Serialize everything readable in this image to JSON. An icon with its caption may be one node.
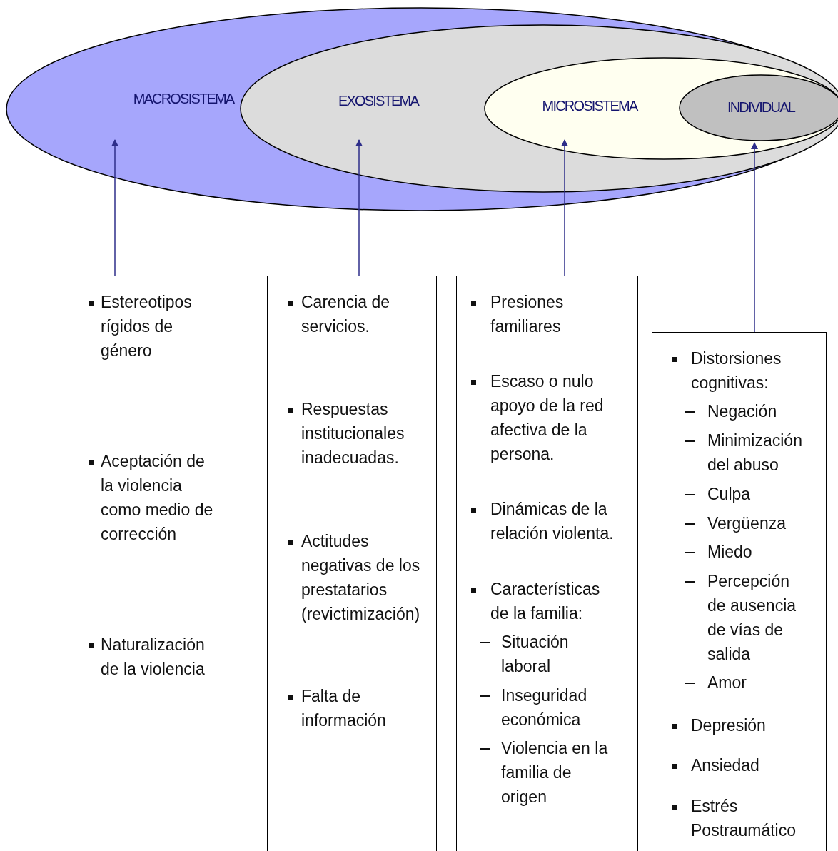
{
  "diagram": {
    "nodes": [
      {
        "text": [
          "MACROSISTEMA"
        ]
      },
      {
        "text": [
          "EXOSISTEMA"
        ],
        "in": 0
      },
      {
        "text": [
          "MICROSISTEMA"
        ],
        "in": 1
      },
      {
        "text": [
          "INDIVIDUAL"
        ],
        "in": 2
      },
      {
        "text": [
          "Estereotipos rígidos de género",
          "Aceptación de la violencia como medio de corrección",
          "Naturalización de la violencia"
        ]
      },
      {
        "text": [
          "Carencia de servicios.",
          "Respuestas institucionales inadecuadas.",
          "Actitudes negativas de los prestatarios (revictimización)",
          "Falta de información"
        ]
      },
      {
        "text": [
          "Presiones familiares",
          "Escaso o nulo apoyo de la red afectiva de la persona.",
          "Dinámicas de la relación violenta.",
          "Características de la familia:",
          "Situación laboral",
          "Inseguridad económica",
          "Violencia en la familia de origen"
        ]
      },
      {
        "text": [
          "Distorsiones cognitivas:",
          "Negación",
          "Minimización del abuso",
          "Culpa",
          "Vergüenza",
          "Miedo",
          "Percepción de ausencia de vías de salida",
          "Amor",
          "Depresión",
          "Ansiedad",
          "Estrés Postraumático"
        ]
      }
    ],
    "edges": [
      {
        "from": 4,
        "to": 0,
        "arrow": "to"
      },
      {
        "from": 5,
        "to": 1,
        "arrow": "to"
      },
      {
        "from": 6,
        "to": 2,
        "arrow": "to"
      },
      {
        "from": 7,
        "to": 3,
        "arrow": "to"
      }
    ]
  }
}
